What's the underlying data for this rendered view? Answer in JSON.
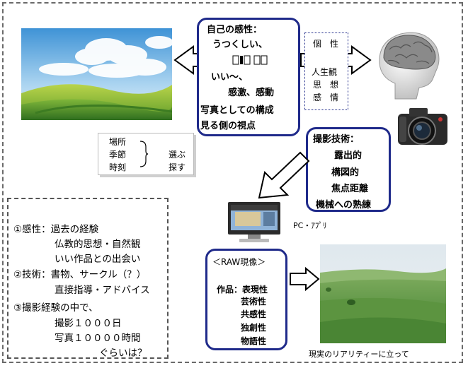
{
  "self_box": {
    "lines": [
      "自己の感性：",
      "うつくしい、",
      "いい～、",
      "感激、感動",
      "写真としての構成",
      "見る側の視点"
    ]
  },
  "personal_box": {
    "lines": [
      "個　性",
      "人生観",
      "思　想",
      "感　情"
    ]
  },
  "choice_box": {
    "left": [
      "場所",
      "季節",
      "時刻"
    ],
    "right": [
      "選ぶ",
      "探す"
    ]
  },
  "technique_box": {
    "lines": [
      "撮影技術：",
      "露出的",
      "構図的",
      "焦点距離",
      "機械への熟練"
    ]
  },
  "pc_label": "PC・ｱﾌﾟﾘ",
  "raw_box": {
    "title": "＜RAW現像＞",
    "lines": [
      "作品：表現性",
      "芸術性",
      "共感性",
      "独創性",
      "物語性"
    ]
  },
  "notes": {
    "lines": [
      "①感性：過去の経験",
      "仏教的思想・自然観",
      "いい作品との出会い",
      "②技術：書物、サークル（？）",
      "直接指導・アドバイス",
      "③撮影経験の中で、",
      "撮影１０００日",
      "写真１００００時間",
      "ぐらいは？"
    ]
  },
  "field_caption": "現実のリアリティーに立って",
  "colors": {
    "frame_border": "#1f2a8a",
    "sky": "#5fa9e0",
    "field": "#4f8e3a"
  }
}
